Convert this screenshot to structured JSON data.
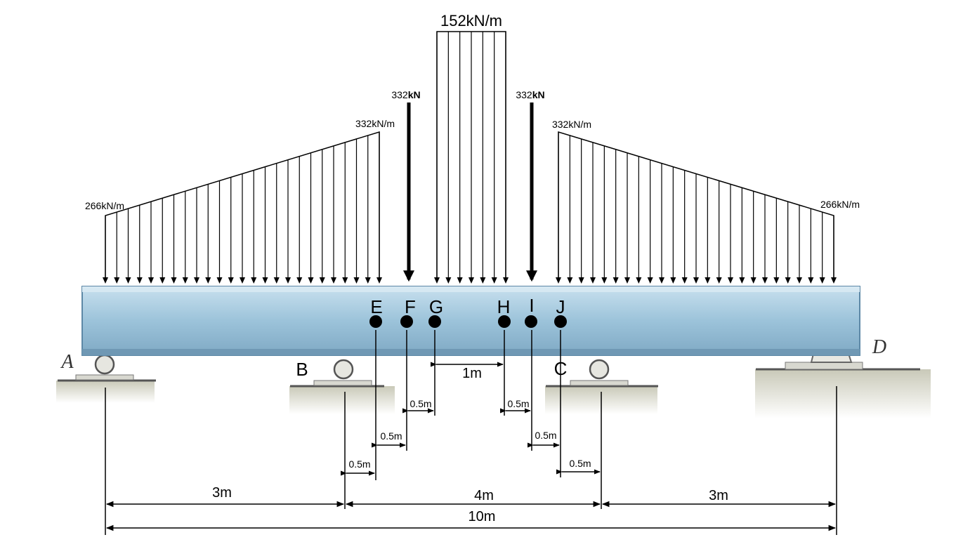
{
  "diagram": {
    "load_labels": {
      "uniform": "152kN/m",
      "point_left_value": "332",
      "point_left_unit": "kN",
      "point_right_value": "332",
      "point_right_unit": "kN",
      "tri_left_peak": "332kN/m",
      "tri_left_end": "266kN/m",
      "tri_right_peak": "332kN/m",
      "tri_right_end": "266kN/m"
    },
    "supports": {
      "a": "A",
      "b": "B",
      "c": "C",
      "d": "D"
    },
    "points": {
      "e": "E",
      "f": "F",
      "g": "G",
      "h": "H",
      "i": "I",
      "j": "J"
    },
    "dimensions": {
      "ab": "3m",
      "bc": "4m",
      "cd": "3m",
      "total": "10m",
      "gh": "1m",
      "be": "0.5m",
      "ef": "0.5m",
      "fg": "0.5m",
      "hi": "0.5m",
      "ij": "0.5m",
      "jc": "0.5m"
    }
  }
}
